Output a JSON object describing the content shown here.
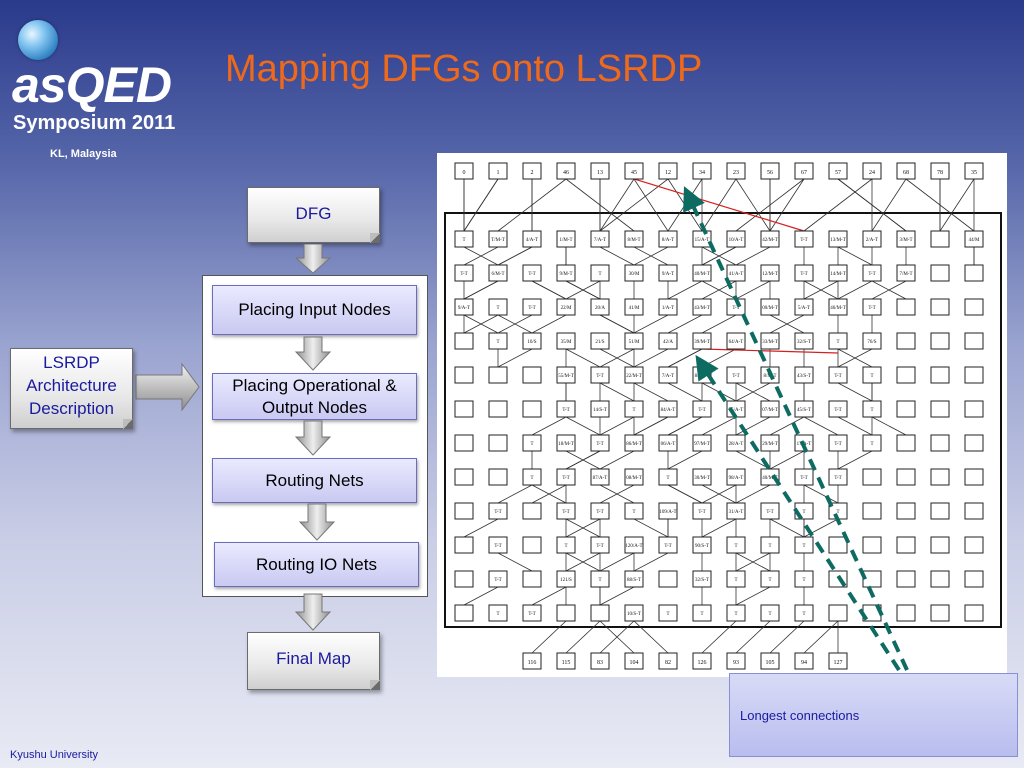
{
  "logo": {
    "main": "asQED",
    "sub": "Symposium 2011",
    "location": "KL, Malaysia"
  },
  "title": "Mapping DFGs onto LSRDP",
  "flow": {
    "dfg": "DFG",
    "steps": [
      "Placing Input Nodes",
      "Placing Operational & Output Nodes",
      "Routing Nets",
      "Routing IO Nets"
    ],
    "final": "Final Map",
    "side_input": "LSRDP Architecture Description"
  },
  "dfg_map": {
    "top_nodes": [
      "0",
      "1",
      "2",
      "46",
      "13",
      "45",
      "12",
      "34",
      "23",
      "56",
      "67",
      "57",
      "24",
      "68",
      "78",
      "35"
    ],
    "bottom_nodes": [
      "116",
      "115",
      "83",
      "104",
      "82",
      "126",
      "93",
      "105",
      "94",
      "127"
    ],
    "rows": [
      [
        "T",
        "T/M-T",
        "4/A-T",
        "1/M-T",
        "7/A-T",
        "8/M-T",
        "8/A-T",
        "15/A-T",
        "10/A-T",
        "42/M-T",
        "T-T",
        "13/M-T",
        "2/A-T",
        "3/M-T",
        "",
        "44/M"
      ],
      [
        "T-T",
        "6/M-T",
        "T-T",
        "9/M-T",
        "T",
        "30/M",
        "9/A-T",
        "40/M-T",
        "41/A-T",
        "12/M-T",
        "T-T",
        "14/M-T",
        "T-T",
        "7/M-T",
        "",
        ""
      ],
      [
        "9/A-T",
        "T",
        "T-T",
        "22/M",
        "20/A",
        "41/M",
        "1/A-T",
        "43/M-T",
        "T-T",
        "00/M-T",
        "5/A-T",
        "46/M-T",
        "T-T",
        "",
        "",
        ""
      ],
      [
        "",
        "T",
        "10/S",
        "35/M",
        "21/S",
        "51/M",
        "42/A",
        "39/M-T",
        "64/A-T",
        "33/M-T",
        "32/S-T",
        "T",
        "76/S",
        "",
        "",
        ""
      ],
      [
        "",
        "",
        "",
        "55/M-T",
        "T-T",
        "22/M-T",
        "7/A-T",
        "84/A-T",
        "T-T",
        "8/M-T",
        "43/S-T",
        "T-T",
        "T",
        "",
        "",
        ""
      ],
      [
        "",
        "",
        "",
        "T-T",
        "14/S-T",
        "T",
        "84/A-T",
        "T-T",
        "75/A-T",
        "07/M-T",
        "45/S-T",
        "T-T",
        "T",
        "",
        "",
        ""
      ],
      [
        "",
        "",
        "T",
        "18/M-T",
        "T-T",
        "86/M-T",
        "06/A-T",
        "97/M-T",
        "28/A-T",
        "29/M-T",
        "17/A-T",
        "T-T",
        "T",
        "",
        "",
        ""
      ],
      [
        "",
        "",
        "T",
        "T-T",
        "87/A-T",
        "08/M-T",
        "T",
        "30/M-T",
        "98/A-T",
        "40/M-T",
        "T-T",
        "T-T",
        "",
        "",
        "",
        ""
      ],
      [
        "",
        "T-T",
        "",
        "T-T",
        "T-T",
        "T",
        "109/A-T",
        "T-T",
        "31/A-T",
        "T-T",
        "T",
        "T",
        "",
        "",
        "",
        ""
      ],
      [
        "",
        "T-T",
        "",
        "T",
        "T-T",
        "120/A-T",
        "T-T",
        "90/S-T",
        "T",
        "T",
        "T",
        "",
        "",
        "",
        "",
        ""
      ],
      [
        "",
        "T-T",
        "",
        "121/S",
        "T",
        "88/S-T",
        "",
        "32/S-T",
        "T",
        "T",
        "T",
        "",
        "",
        "",
        "",
        ""
      ],
      [
        "",
        "T",
        "T-T",
        "",
        "",
        "10/S-T",
        "T",
        "T",
        "T",
        "T",
        "T",
        "",
        "",
        "",
        "",
        ""
      ]
    ]
  },
  "annotation": "Longest connections",
  "footer": "Kyushu University",
  "colors": {
    "title": "#ee6a1a",
    "arrow": "#0e6b62",
    "note_text": "#1a1aa0"
  }
}
